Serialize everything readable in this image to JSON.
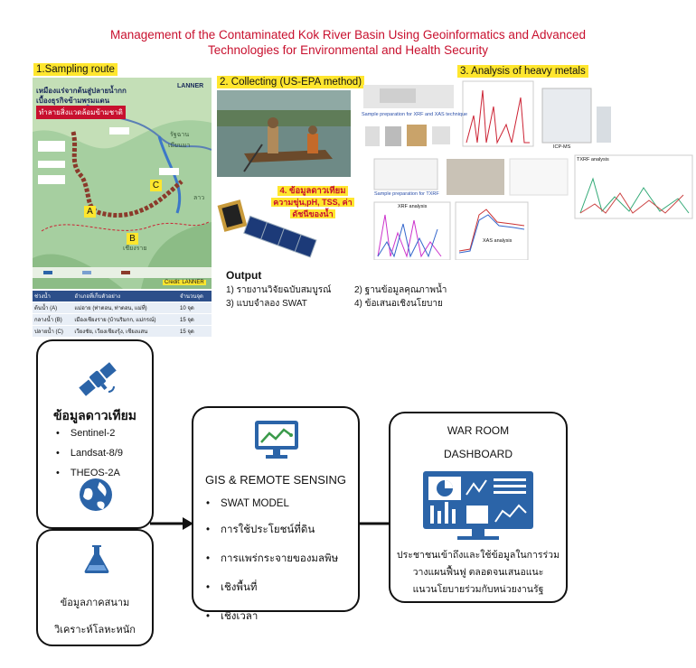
{
  "title": {
    "line1": "Management of the Contaminated Kok River Basin Using Geoinformatics and Advanced",
    "line2": "Technologies for Environmental and Health Security"
  },
  "section1": {
    "label": "1.Sampling route",
    "map_heading1": "เหมืองแร่จากต้นสู่ปลายน้ำกก",
    "map_heading2": "เบื้องธุรกิจข้ามพรมแดน",
    "map_red_banner": "ทำลายสิ่งแวดล้อมข้ามชาติ",
    "map_logo": "LANNER",
    "map_credit": "Credit: LANNER",
    "point_a": "A",
    "point_b": "B",
    "point_c": "C",
    "region_labels": [
      "รัฐฉาน",
      "เมียนมา",
      "ลาว",
      "เชียงราย"
    ],
    "table": {
      "headers": [
        "ช่วงน้ำ",
        "อำเภอที่เก็บตัวอย่าง",
        "จำนวนจุด"
      ],
      "rows": [
        [
          "ต้นน้ำ (A)",
          "แม่อาย (ท่าตอน, ท่าตอน, แม่ที่)",
          "10 จุด"
        ],
        [
          "กลางน้ำ (B)",
          "เมืองเชียงราย (บ้านริมกก, แม่กรณ์)",
          "15 จุด"
        ],
        [
          "ปลายน้ำ (C)",
          "เวียงชัย, เวียงเชียงรุ้ง, เชียงแสน",
          "15 จุด"
        ]
      ]
    }
  },
  "section2": {
    "label": "2. Collecting (US-EPA method)"
  },
  "section3": {
    "label": "3. Analysis of heavy metals",
    "caption_xrf": "Sample preparation for XRF and XAS technique",
    "caption_txrf": "Sample preparation for TXRF",
    "chart_xrf": "XRF analysis",
    "chart_xas": "XAS analysis",
    "chart_txrf": "TXRF analysis",
    "instrument": "ICP-MS"
  },
  "section4": {
    "label_line1": "4. ข้อมูลดาวเทียม",
    "label_line2": "ความขุ่น,pH, TSS, ค่า",
    "label_line3": "ดัชนีของน้ำ"
  },
  "output": {
    "label": "Output",
    "items": [
      "1) รายงานวิจัยฉบับสมบูรณ์",
      "2) ฐานข้อมูลคุณภาพน้ำ",
      "3) แบบจำลอง SWAT",
      "4) ข้อเสนอเชิงนโยบาย"
    ]
  },
  "satellite_box": {
    "title": "ข้อมูลดาวเทียม",
    "items": [
      "Sentinel-2",
      "Landsat-8/9",
      "THEOS-2A"
    ]
  },
  "field_box": {
    "line1": "ข้อมูลภาคสนาม",
    "line2": "วิเคราะห์โลหะหนัก"
  },
  "gis_box": {
    "title": "GIS & REMOTE SENSING",
    "items": [
      "SWAT MODEL",
      "การใช้ประโยชน์ที่ดิน",
      "การแพร่กระจายของมลพิษ",
      "เชิงพื้นที่",
      "เชิงเวลา"
    ]
  },
  "war_room": {
    "title_line1": "WAR ROOM",
    "title_line2": "DASHBOARD",
    "desc": [
      "ประชาชนเข้าถึงและใช้ข้อมูลในการร่วม",
      "วางแผนฟื้นฟู ตลอดจนเสนอแนะ",
      "แนวนโยบายร่วมกับหน่วยงานรัฐ"
    ]
  },
  "colors": {
    "title": "#c8102e",
    "highlight": "#ffe62e",
    "icon_blue": "#2b64a8",
    "river": "#8b3a2b"
  }
}
